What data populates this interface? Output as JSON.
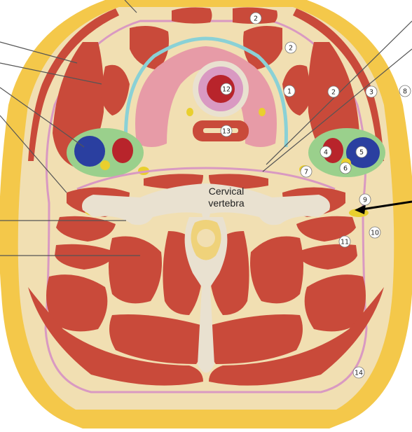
{
  "figure": {
    "center_label_lines": [
      "Cervical",
      "vertebra"
    ],
    "number_labels": [
      "1",
      "2",
      "2",
      "2",
      "3",
      "4",
      "5",
      "6",
      "7",
      "8",
      "9",
      "10",
      "11",
      "12",
      "13",
      "14"
    ],
    "colors": {
      "skin_fat": "#f4c84a",
      "fascia_cream": "#f1dfb2",
      "muscle": "#c94a3a",
      "fascia_pink": "#d999c2",
      "thyroid": "#e79ba7",
      "pretracheal_fascia": "#8ad1d6",
      "artery": "#b8242b",
      "vein": "#2a3fa0",
      "carotid_sheath": "#9ad08c",
      "nerve": "#e9cf2e",
      "bone": "#e9e1d0",
      "spinal_cord": "#efd27a",
      "leader_line": "#555555",
      "pointer_arrow": "#000000"
    }
  }
}
